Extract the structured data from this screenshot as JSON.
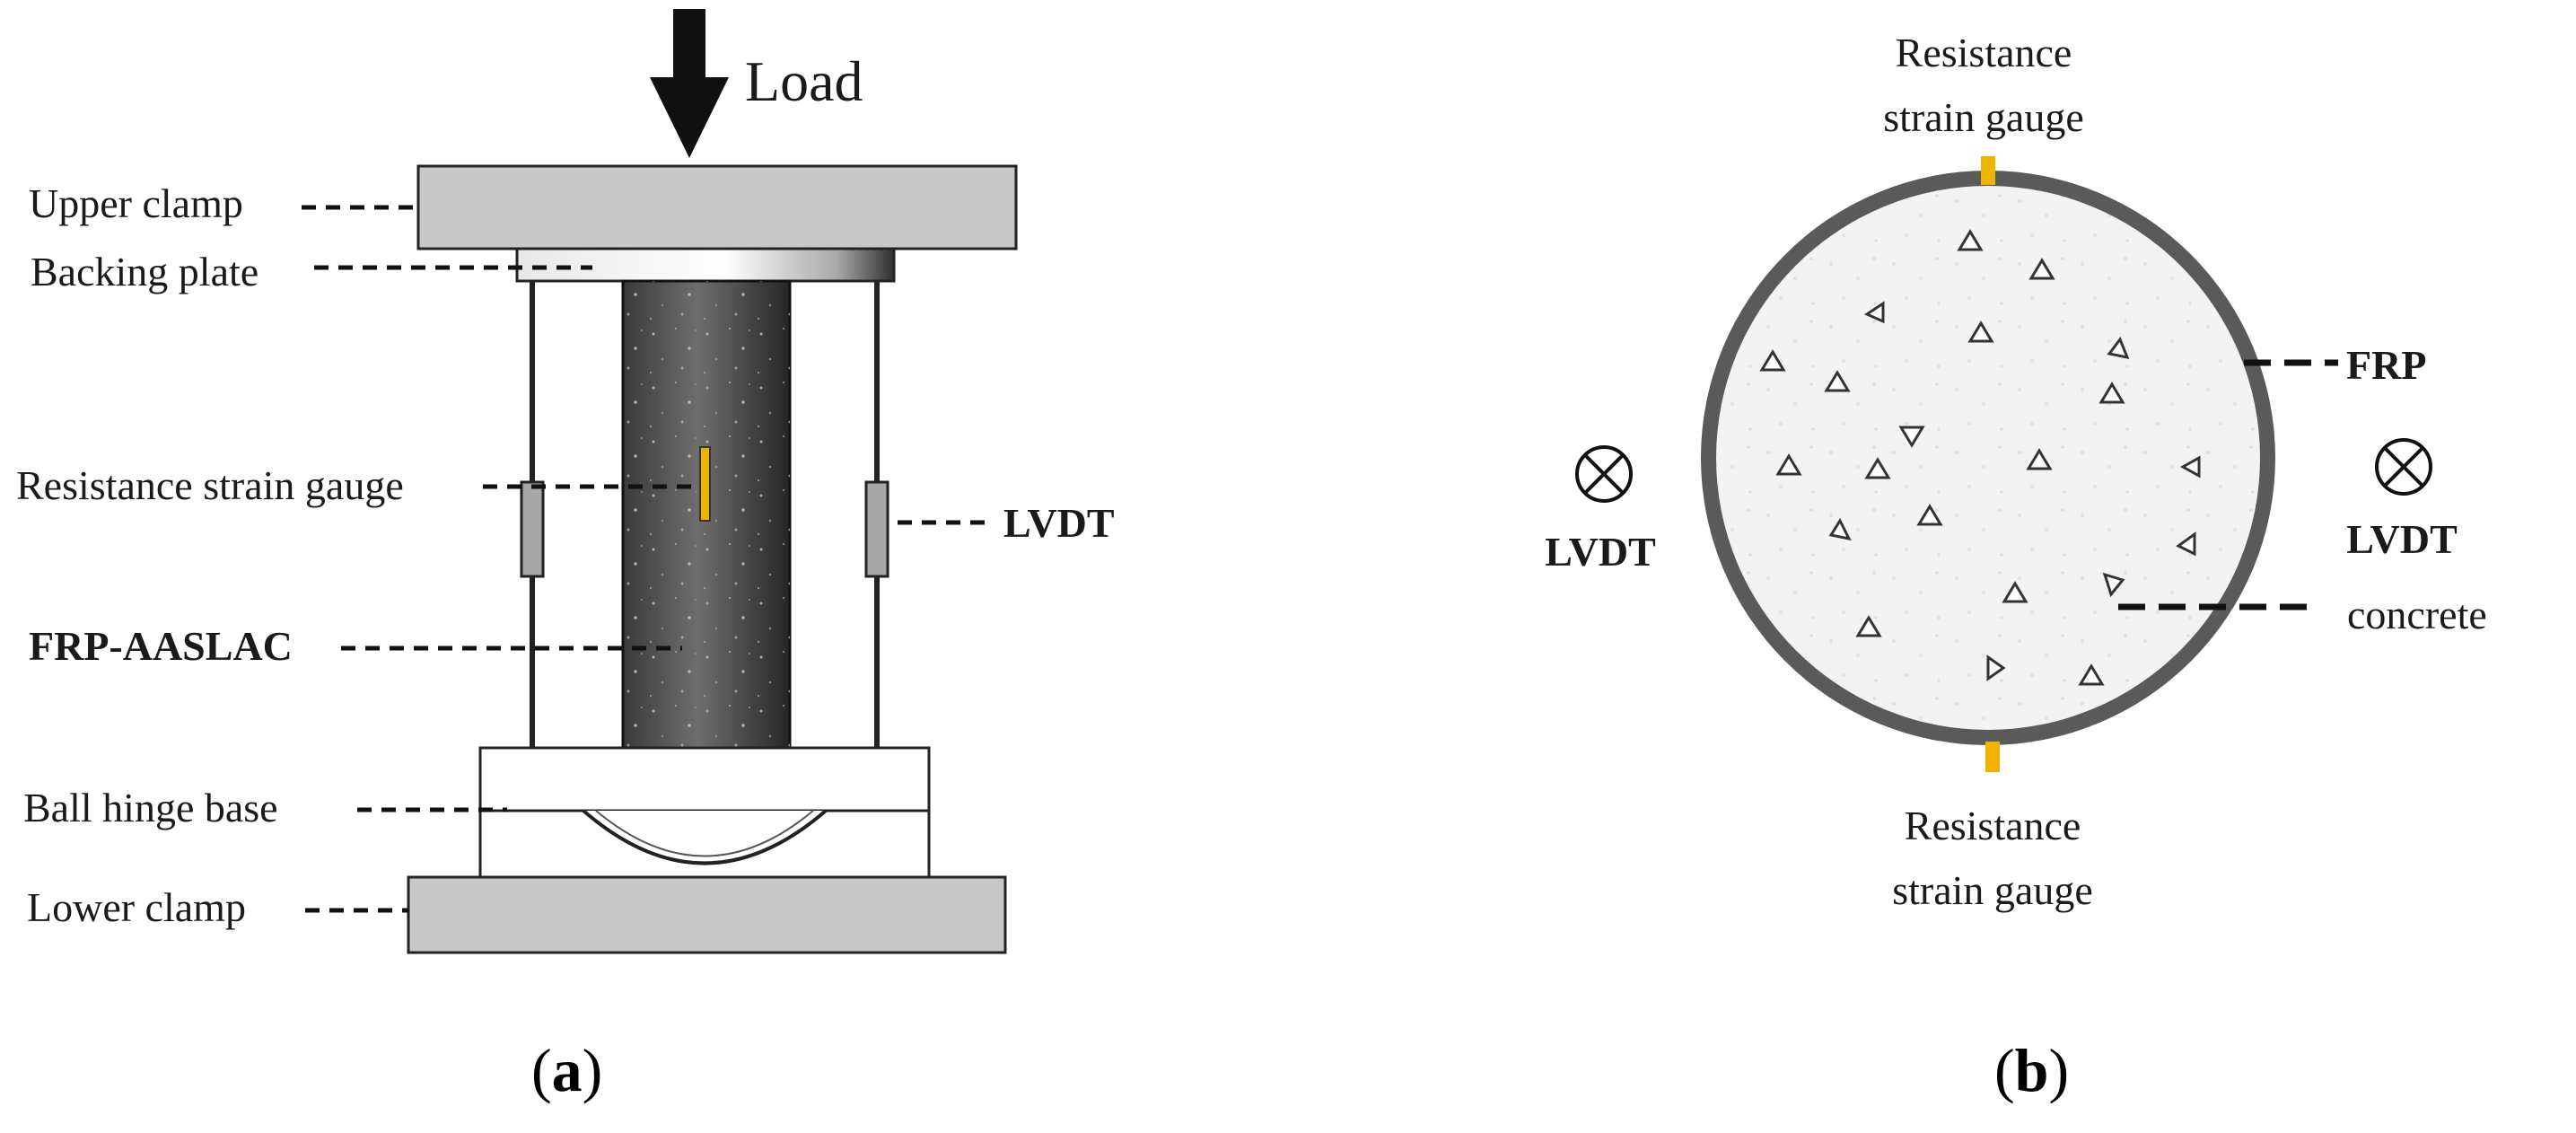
{
  "panel_a": {
    "load_label": "Load",
    "upper_clamp": "Upper clamp",
    "backing_plate": "Backing plate",
    "resistance_strain_gauge": "Resistance strain gauge",
    "lvdt": "LVDT",
    "specimen": "FRP-AASLAC",
    "ball_hinge_base": "Ball hinge base",
    "lower_clamp": "Lower clamp",
    "caption_open": "(",
    "caption_letter": "a",
    "caption_close": ")"
  },
  "panel_b": {
    "gauge_top_line1": "Resistance",
    "gauge_top_line2": "strain gauge",
    "gauge_bottom_line1": "Resistance",
    "gauge_bottom_line2": "strain gauge",
    "frp": "FRP",
    "concrete": "concrete",
    "lvdt_left": "LVDT",
    "lvdt_right": "LVDT",
    "caption_open": "(",
    "caption_letter": "b",
    "caption_close": ")"
  },
  "colors": {
    "clamp_fill": "#c8c8c8",
    "specimen_dark": "#2f2f2f",
    "gauge_yellow": "#f0b400",
    "frp_ring": "#5a5a5a",
    "concrete_fill": "#f2f2f2"
  }
}
